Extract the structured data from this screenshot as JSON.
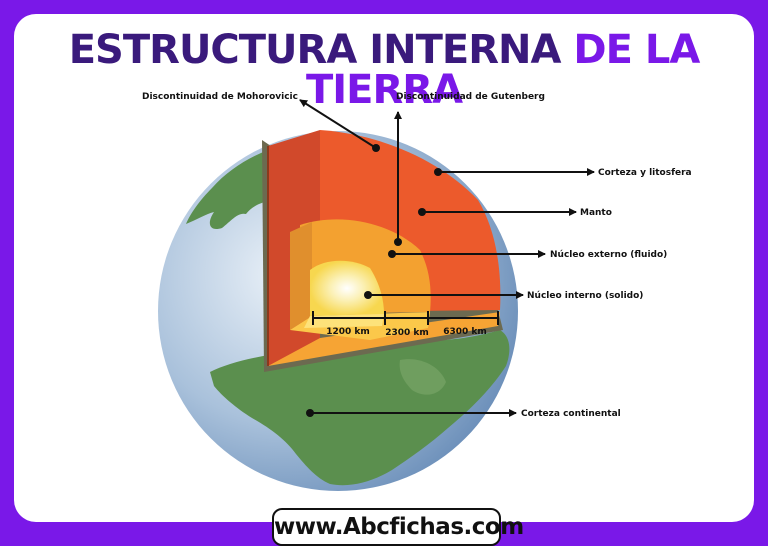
{
  "title": {
    "part1": "ESTRUCTURA INTERNA",
    "part2": "DE LA TIERRA"
  },
  "labels": {
    "mohorovicic": "Discontinuidad de Mohorovicic",
    "gutenberg": "Discontinuidad de Gutenberg",
    "corteza_litosfera": "Corteza y litosfera",
    "manto": "Manto",
    "nucleo_externo": "Núcleo externo (fluido)",
    "nucleo_interno": "Núcleo interno (solido)",
    "corteza_continental": "Corteza continental"
  },
  "distances": {
    "inner": "1200 km",
    "outer": "2300 km",
    "mantle": "6300 km"
  },
  "footer": "www.Abcfichas.com",
  "colors": {
    "background": "#7a18e8",
    "title_dark": "#3a1a7c",
    "title_accent": "#7a18e8",
    "mantle": "#ec5a2c",
    "outer_core": "#f3a130",
    "inner_core": "#fde27a",
    "ocean": "#7aa0c6",
    "land": "#5b8f4e"
  }
}
